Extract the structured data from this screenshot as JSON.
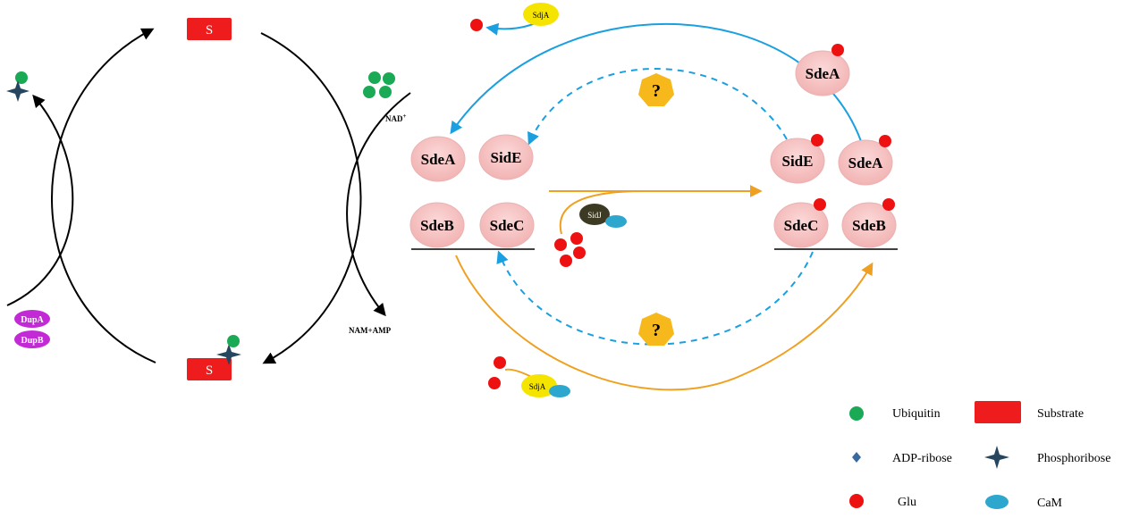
{
  "left_cycle": {
    "substrate_label": "S",
    "nad_label": "NAD",
    "nad_sup": "+",
    "nam_amp_label": "NAM+AMP",
    "dupA_label": "DupA",
    "dupB_label": "DupB"
  },
  "right_cycle": {
    "unmodified": {
      "sdeA": "SdeA",
      "sidE": "SidE",
      "sdeB": "SdeB",
      "sdeC": "SdeC"
    },
    "modified": {
      "sdeA_top": "SdeA",
      "sidE": "SidE",
      "sdeA": "SdeA",
      "sdeC": "SdeC",
      "sdeB": "SdeB"
    },
    "sdjA_top": "SdjA",
    "sidJ": "SidJ",
    "sdjA_bottom": "SdjA",
    "question_top": "?",
    "question_bottom": "?"
  },
  "legend": {
    "ubiquitin": "Ubiquitin",
    "substrate": "Substrate",
    "adp_ribose": "ADP-ribose",
    "phosphoribose": "Phosphoribose",
    "glu": "Glu",
    "cam": "CaM"
  },
  "colors": {
    "substrate_red": "#ee1c1c",
    "ubiquitin_green": "#1aaa55",
    "glu_red": "#ee1111",
    "sde_pink": "#f7c4c4",
    "dup_magenta": "#c22ad6",
    "sdj_yellow": "#f5e400",
    "cam_blue": "#2ea7cf",
    "sidj_dark": "#3d3a23",
    "blue_arrow": "#1aa0e0",
    "orange_arrow": "#f0a020",
    "question_orange": "#f6b81a",
    "star_navy": "#25465e",
    "adp_blue": "#3b6aa0"
  }
}
